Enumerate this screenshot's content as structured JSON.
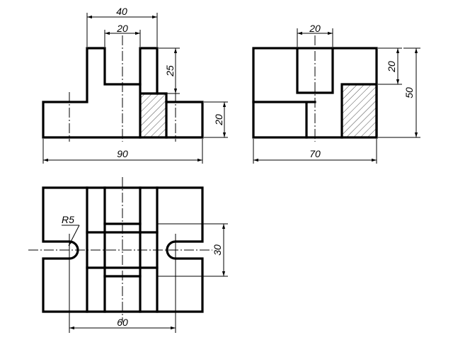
{
  "drawing": {
    "front_view": {
      "dim_40": "40",
      "dim_20_top": "20",
      "dim_25": "25",
      "dim_20_right": "20",
      "dim_90": "90"
    },
    "side_view": {
      "dim_20_top": "20",
      "dim_20_right": "20",
      "dim_50": "50",
      "dim_70": "70"
    },
    "top_view": {
      "radius_label": "R5",
      "dim_30": "30",
      "dim_60": "60"
    }
  }
}
